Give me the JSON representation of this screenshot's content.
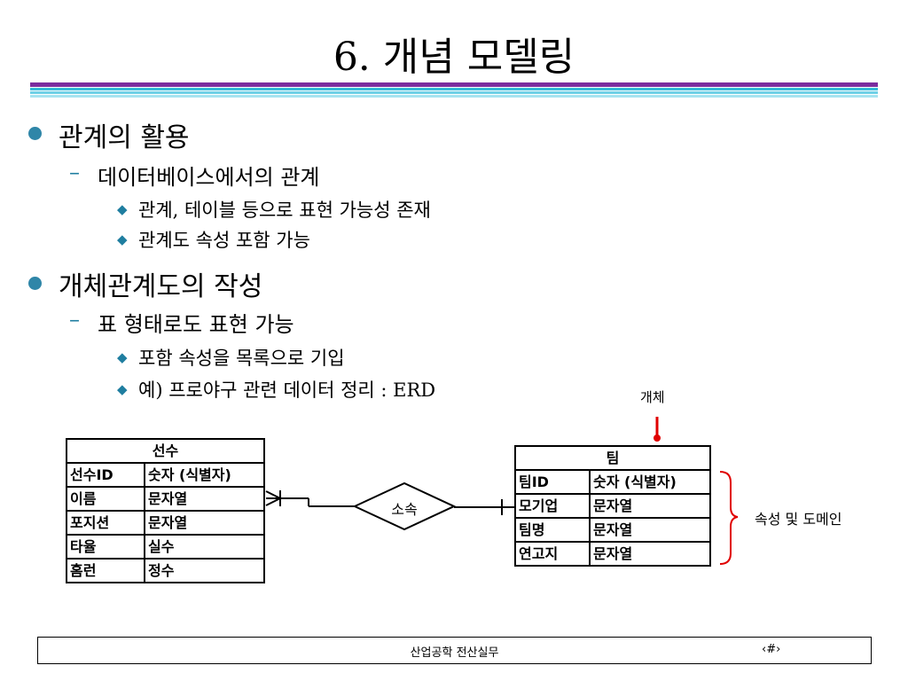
{
  "slide": {
    "title": "6. 개념 모델링",
    "bullets": [
      {
        "text": "관계의 활용",
        "sub": [
          {
            "text": "데이터베이스에서의 관계",
            "items": [
              "관계, 테이블 등으로 표현 가능성 존재",
              "관계도 속성 포함 가능"
            ]
          }
        ]
      },
      {
        "text": "개체관계도의 작성",
        "sub": [
          {
            "text": "표 형태로도 표현 가능",
            "items": [
              "포함 속성을 목록으로 기입",
              "예) 프로야구 관련 데이터 정리 : ERD"
            ]
          }
        ]
      }
    ]
  },
  "diagram": {
    "entity_label": "개체",
    "attribute_label": "속성 및 도메인",
    "relationship": "소속",
    "player": {
      "name": "선수",
      "rows": [
        [
          "선수ID",
          "숫자 (식별자)"
        ],
        [
          "이름",
          "문자열"
        ],
        [
          "포지션",
          "문자열"
        ],
        [
          "타율",
          "실수"
        ],
        [
          "홈런",
          "정수"
        ]
      ]
    },
    "team": {
      "name": "팀",
      "rows": [
        [
          "팀ID",
          "숫자 (식별자)"
        ],
        [
          "모기업",
          "문자열"
        ],
        [
          "팀명",
          "문자열"
        ],
        [
          "연고지",
          "문자열"
        ]
      ]
    }
  },
  "footer": {
    "center": "산업공학 전산실무",
    "page": "‹#›"
  },
  "colors": {
    "bullet": "#2f86a8",
    "accent_red": "#e00000",
    "rule_purple": "#7b2d9e",
    "rule_cyan": "#33b9d7"
  }
}
